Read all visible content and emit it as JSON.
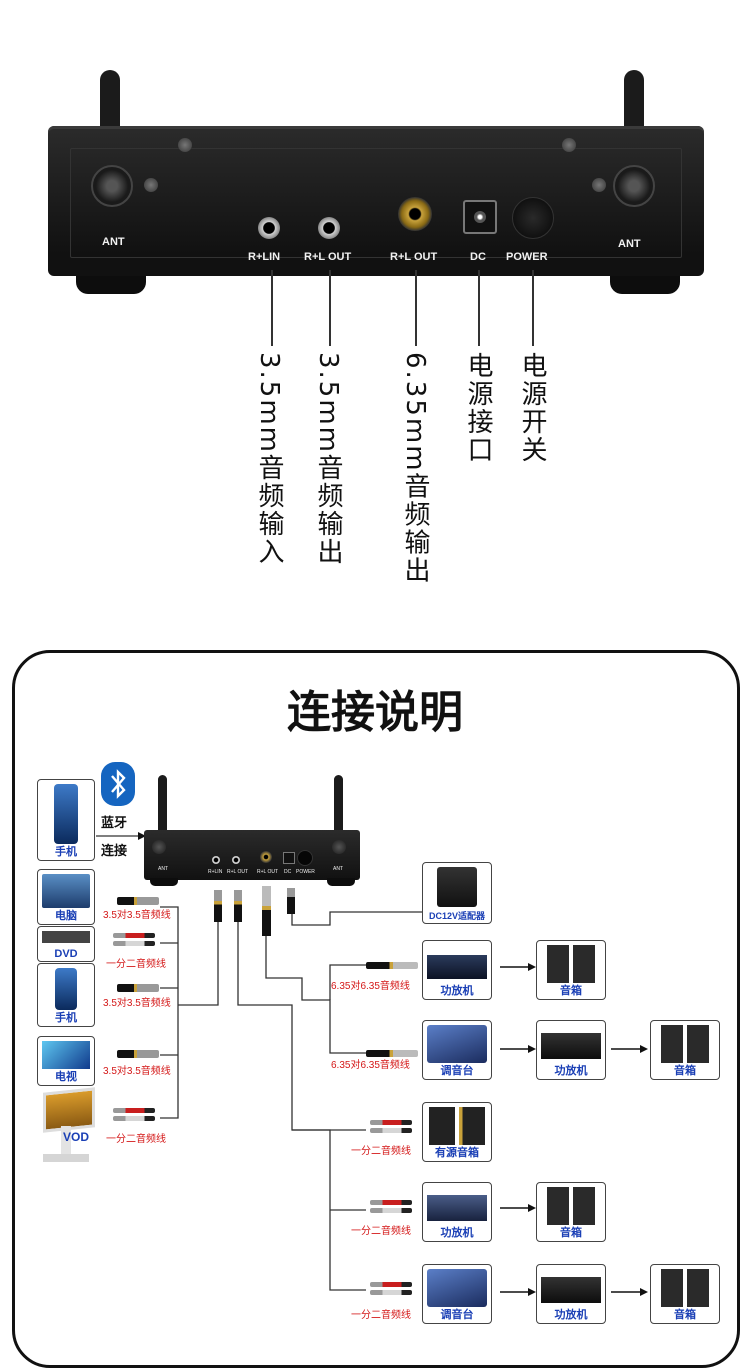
{
  "panel": {
    "ant_left": "ANT",
    "ant_right": "ANT",
    "port_rl_in": "R+LIN",
    "port_rl_out_35": "R+L OUT",
    "port_rl_out_635": "R+L OUT",
    "port_dc": "DC",
    "port_power": "POWER"
  },
  "callouts": {
    "in_35": "3.5mm音频输入",
    "out_35": "3.5mm音频输出",
    "out_635": "6.35mm音频输出",
    "dc": "电源接口",
    "power": "电源开关"
  },
  "diagram": {
    "title": "连接说明",
    "bluetooth_label_1": "蓝牙",
    "bluetooth_label_2": "连接",
    "mini_ant_left": "ANT",
    "mini_ant_right": "ANT",
    "mini_rl_in": "R+LIN",
    "mini_rl_out": "R+L OUT",
    "mini_rl_out2": "R+L OUT",
    "mini_dc": "DC",
    "mini_power": "POWER",
    "sources": [
      "手机",
      "电脑",
      "DVD",
      "手机",
      "电视",
      "VOD"
    ],
    "cables_left": [
      "3.5对3.5音频线",
      "一分二音频线",
      "3.5对3.5音频线",
      "3.5对3.5音频线",
      "一分二音频线"
    ],
    "adapter": "DC12V适配器",
    "cable_635_a": "6.35对6.35音频线",
    "cable_635_b": "6.35对6.35音频线",
    "cable_split_a": "一分二音频线",
    "cable_split_b": "一分二音频线",
    "cable_split_c": "一分二音频线",
    "dev_amp1": "功放机",
    "dev_spk1": "音箱",
    "dev_mixer1": "调音台",
    "dev_amp2": "功放机",
    "dev_spk2": "音箱",
    "dev_active_spk": "有源音箱",
    "dev_amp3": "功放机",
    "dev_spk3": "音箱",
    "dev_mixer2": "调音台",
    "dev_amp4": "功放机",
    "dev_spk4": "音箱"
  },
  "colors": {
    "label_blue": "#1a3fb5",
    "cable_red": "#d41818",
    "bluetooth": "#1565c0"
  }
}
